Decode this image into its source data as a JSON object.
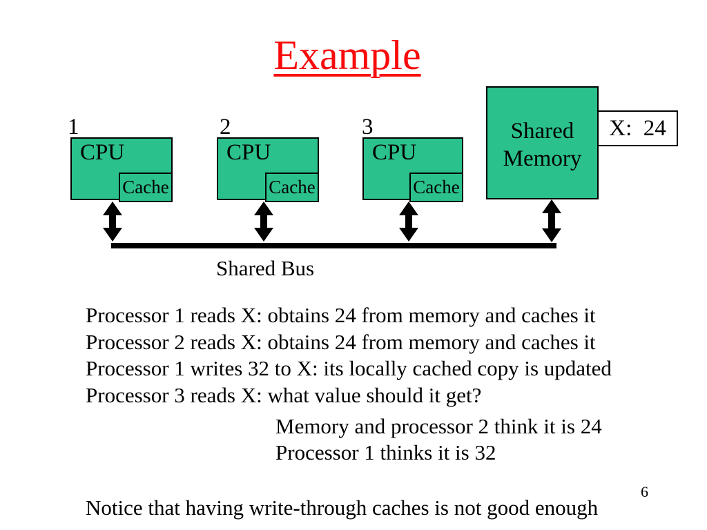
{
  "slide": {
    "title": "Example",
    "page_number": "6",
    "colors": {
      "box_fill": "#2bc18d",
      "title_red": "#f80b0b",
      "bus_black": "#000000"
    },
    "diagram": {
      "processors": [
        {
          "number": "1",
          "label": "CPU",
          "cache_label": "Cache"
        },
        {
          "number": "2",
          "label": "CPU",
          "cache_label": "Cache"
        },
        {
          "number": "3",
          "label": "CPU",
          "cache_label": "Cache"
        }
      ],
      "memory": {
        "line1": "Shared",
        "line2": "Memory",
        "value_tag": "X:  24"
      },
      "bus_label": "Shared Bus"
    },
    "body": {
      "lines": [
        "Processor 1 reads X: obtains 24 from memory and caches it",
        "Processor 2 reads X: obtains 24 from memory and caches it",
        "Processor 1 writes 32 to X: its locally cached copy is updated",
        "Processor 3 reads X: what value should it get?"
      ],
      "indented_lines": [
        "Memory and processor 2 think it is 24",
        "Processor 1 thinks it is 32"
      ],
      "notice": "Notice that having write-through caches is not good enough"
    }
  }
}
